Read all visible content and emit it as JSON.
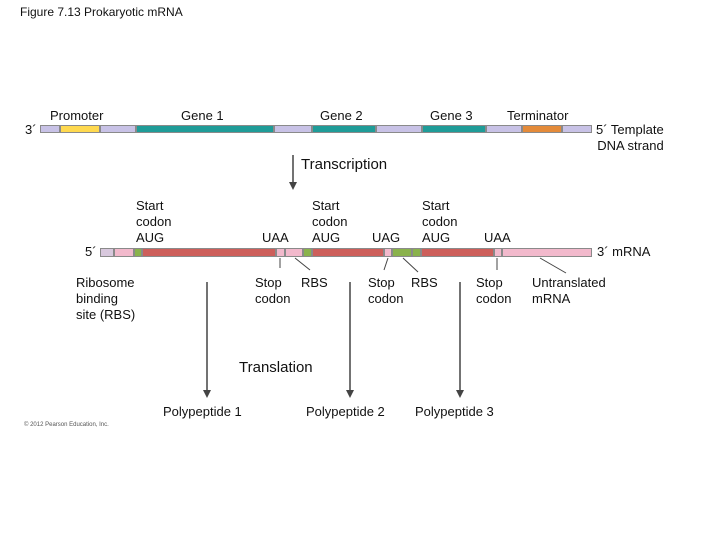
{
  "figure_title": "Figure 7.13 Prokaryotic mRNA",
  "colors": {
    "lavender": "#c8c2e6",
    "teal": "#1f9c98",
    "yellow": "#ffd94f",
    "orange": "#e48b3a",
    "pink": "#f2b9cc",
    "coding_red": "#cd5f5b",
    "green": "#8ab24c",
    "mrna_lavender": "#d8c8dd"
  },
  "dna": {
    "end_left": "3´",
    "end_right": "5´ Template\nDNA strand",
    "promoter": "Promoter",
    "gene1": "Gene 1",
    "gene2": "Gene 2",
    "gene3": "Gene 3",
    "terminator": "Terminator"
  },
  "process": {
    "transcription": "Transcription",
    "translation": "Translation"
  },
  "mrna": {
    "end_left": "5´",
    "end_right": "3´ mRNA",
    "start1": "Start\ncodon\nAUG",
    "start2": "Start\ncodon\nAUG",
    "start3": "Start\ncodon\nAUG",
    "stop1_codon": "UAA",
    "stop2_codon": "UAG",
    "stop3_codon": "UAA",
    "rbs_label": "Ribosome\nbinding\nsite (RBS)",
    "stop1_label": "Stop\ncodon",
    "rbs2": "RBS",
    "stop2_label": "Stop\ncodon",
    "rbs3": "RBS",
    "stop3_label": "Stop\ncodon",
    "untranslated": "Untranslated\nmRNA"
  },
  "products": {
    "p1": "Polypeptide 1",
    "p2": "Polypeptide 2",
    "p3": "Polypeptide 3"
  },
  "copyright": "© 2012 Pearson Education, Inc."
}
